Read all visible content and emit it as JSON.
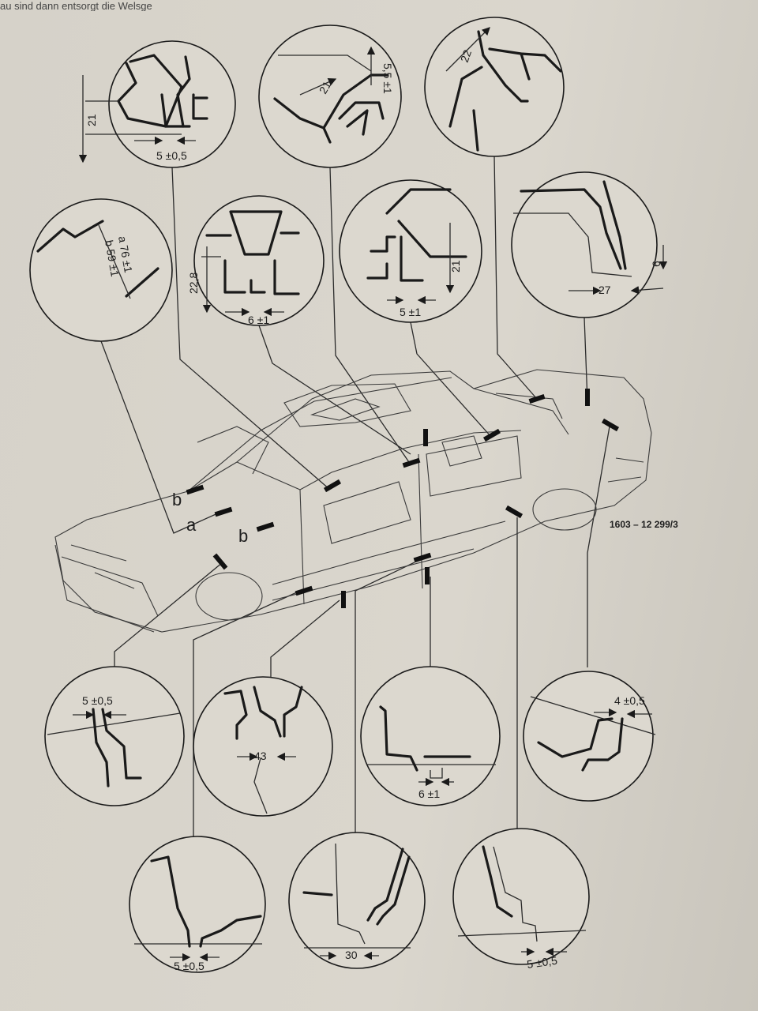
{
  "header_fragment": "au sind dann entsorgt die Welsge",
  "figure_ref": "1603 – 12 299/3",
  "body_labels": {
    "a": "a",
    "b_upper": "b",
    "b_lower": "b"
  },
  "details": {
    "d1": [
      "21",
      "5 ±0,5"
    ],
    "d2": [
      "21",
      "5,5 ±1"
    ],
    "d3": [
      "22"
    ],
    "d4": [
      "a 76 ±1",
      "b 59 ±1"
    ],
    "d5": [
      "22,8",
      "6 ±1"
    ],
    "d6": [
      "21",
      "5 ±1"
    ],
    "d7": [
      "6",
      "27"
    ],
    "d8": [
      "5 ±0,5"
    ],
    "d9": [
      "43"
    ],
    "d10": [
      "6 ±1"
    ],
    "d11": [
      "4 ±0,5"
    ],
    "d12": [
      "5 ±0,5"
    ],
    "d13": [
      "30"
    ],
    "d14": [
      "5 ±0,5"
    ]
  }
}
